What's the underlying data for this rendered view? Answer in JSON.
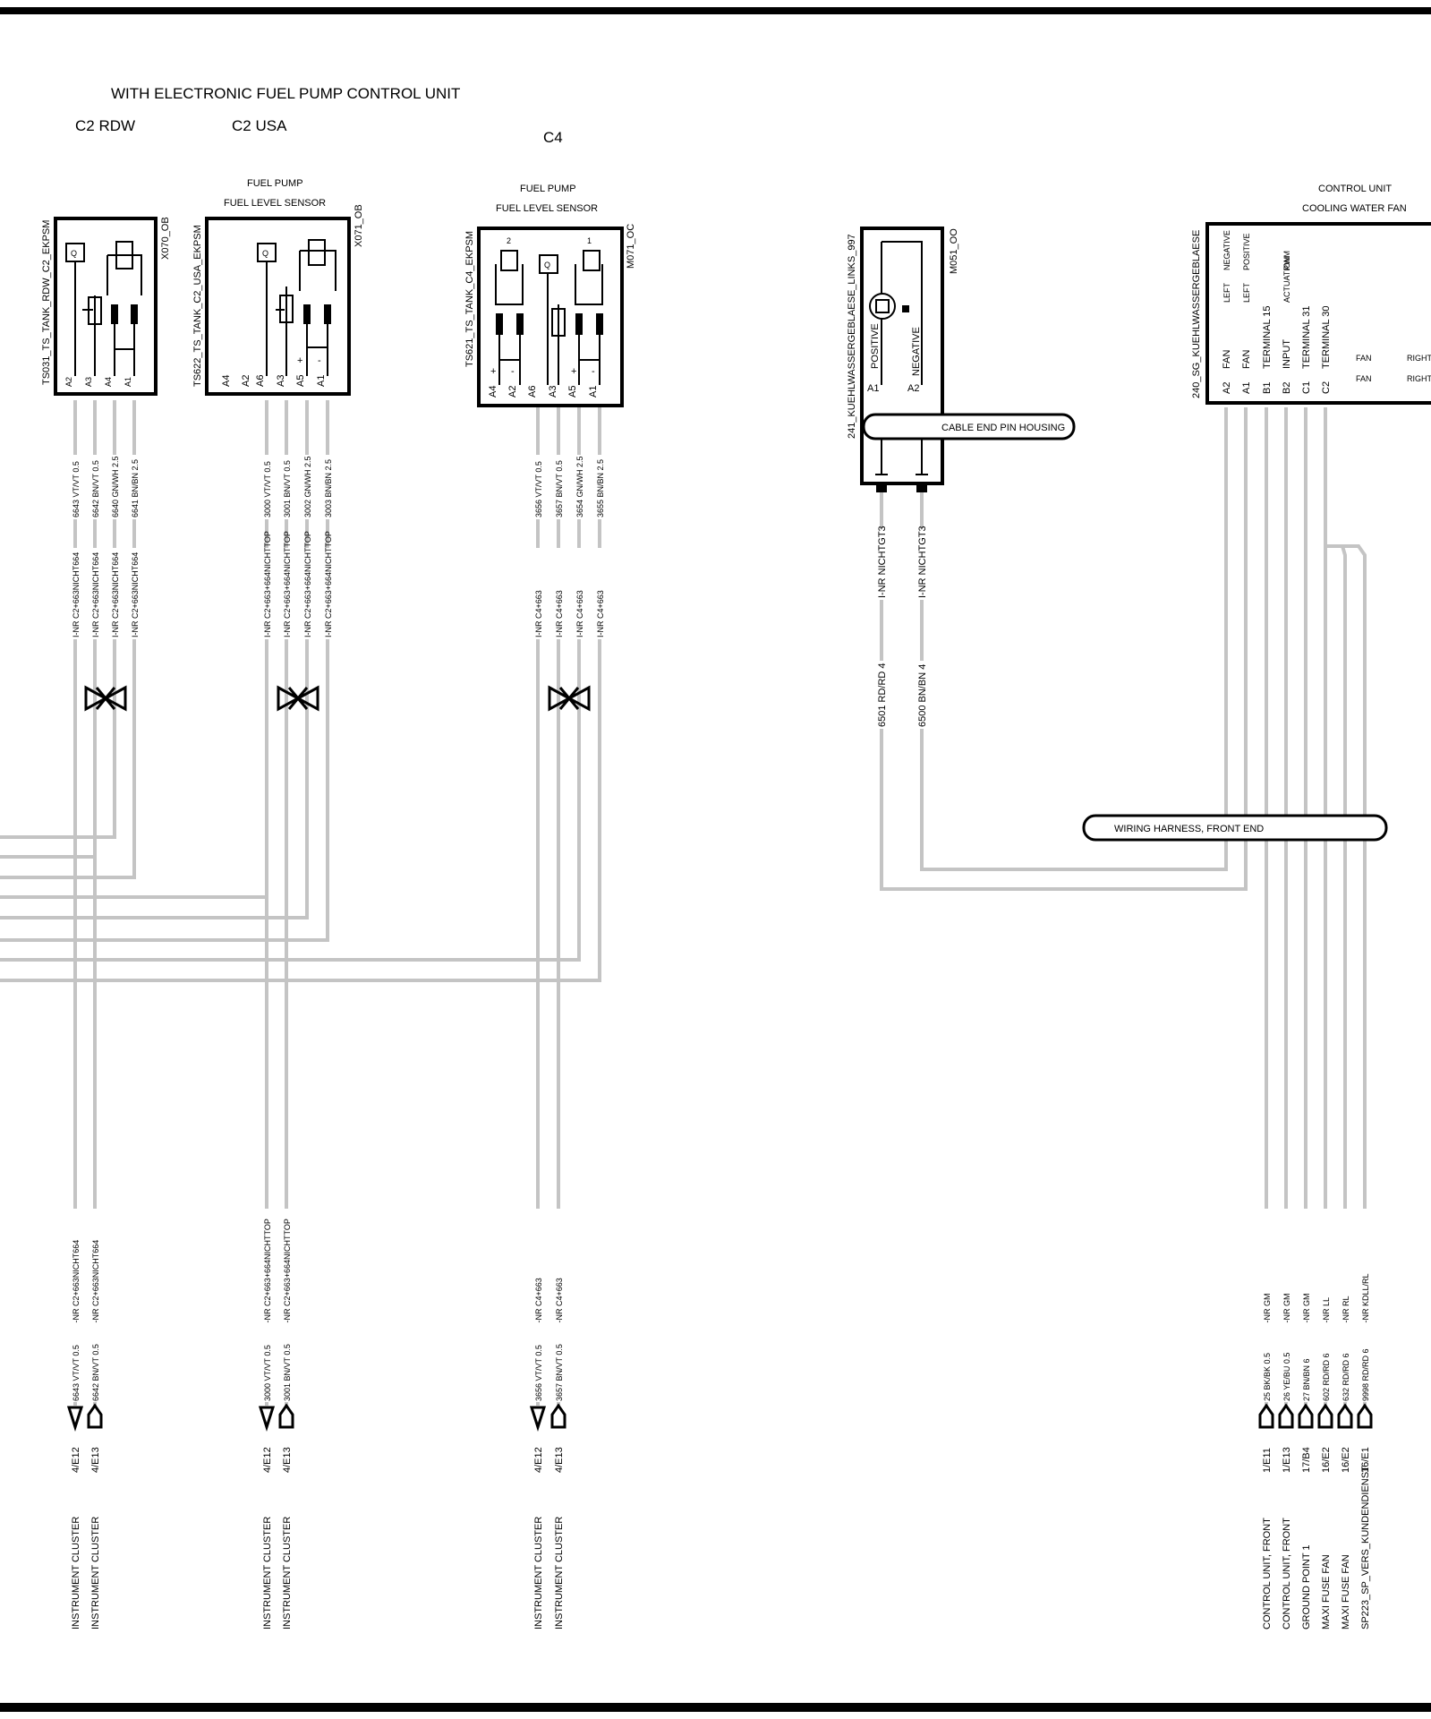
{
  "title": "WITH ELECTRONIC FUEL PUMP CONTROL UNIT",
  "variants": {
    "c2rdw": "C2 RDW",
    "c2usa": "C2 USA",
    "c4": "C4"
  },
  "comp_x070": {
    "id": "TS031_TS_TANK_RDW_C2_EKPSM",
    "code": "X070_OB",
    "pins": [
      "A2",
      "A3",
      "A4",
      "A1"
    ],
    "wires": [
      "6643 VT/VT 0.5",
      "6642 BN/VT 0.5",
      "6640 GN/WH 2.5",
      "6641 BN/BN 2.5"
    ],
    "inr": [
      "I-NR C2+663NICHT664",
      "I-NR C2+663NICHT664",
      "I-NR C2+663NICHT664",
      "I-NR C2+663NICHT664"
    ]
  },
  "comp_x071": {
    "title1": "FUEL PUMP",
    "title2": "FUEL LEVEL SENSOR",
    "id": "TS622_TS_TANK_C2_USA_EKPSM",
    "code": "X071_OB",
    "pins_unused": [
      "A4",
      "A2",
      "A6"
    ],
    "pins": [
      "A3",
      "A5",
      "A1"
    ],
    "signs": [
      "+",
      "-"
    ],
    "wires": [
      "3000 VT/VT 0.5",
      "3001 BN/VT 0.5",
      "3002 GN/WH 2.5",
      "3003 BN/BN 2.5"
    ],
    "inr": [
      "I-NR C2+663+664NICHTTOP",
      "I-NR C2+663+664NICHTTOP",
      "I-NR C2+663+664NICHTTOP",
      "I-NR C2+663+664NICHTTOP"
    ]
  },
  "comp_m071": {
    "title1": "FUEL PUMP",
    "title2": "FUEL LEVEL SENSOR",
    "id": "TS621_TS_TANK_C4_EKPSM",
    "code": "M071_OC",
    "n1": "2",
    "n2": "1",
    "pins": [
      "A4",
      "A2",
      "A6",
      "A3",
      "A5",
      "A1"
    ],
    "signs": [
      "+",
      "-",
      "+",
      "-"
    ],
    "wires": [
      "3656 VT/VT 0.5",
      "3657 BN/VT 0.5",
      "3654 GN/WH 2.5",
      "3655 BN/BN 2.5"
    ],
    "inr": [
      "I-NR C4+663",
      "I-NR C4+663",
      "I-NR C4+663",
      "I-NR C4+663"
    ]
  },
  "comp_m051": {
    "id": "241_KUEHLWASSERGEBLAESE_LINKS_997",
    "code": "M051_OO",
    "positive": "POSITIVE",
    "negative": "NEGATIVE",
    "pins": [
      "A1",
      "A2"
    ],
    "housing": "CABLE END PIN HOUSING",
    "inr": [
      "I-NR NICHTGT3",
      "I-NR NICHTGT3"
    ],
    "wires": [
      "6501 RD/RD 4",
      "6500 BN/BN 4"
    ]
  },
  "comp_cu": {
    "title1": "CONTROL UNIT",
    "title2": "COOLING WATER FAN",
    "id": "240_SG_KUEHLWASSERGEBLAESE",
    "pin_funcs": [
      [
        "A2",
        "FAN",
        "LEFT",
        "NEGATIVE"
      ],
      [
        "A1",
        "FAN",
        "LEFT",
        "POSITIVE"
      ],
      [
        "B1",
        "TERMINAL 15",
        "",
        ""
      ],
      [
        "B2",
        "INPUT",
        "ACTUATION",
        "PWM"
      ],
      [
        "C1",
        "TERMINAL 31",
        "",
        ""
      ],
      [
        "C2",
        "TERMINAL 30",
        "",
        ""
      ]
    ],
    "right_fan": [
      "FAN",
      "RIGHT",
      "FAN",
      "RIGHT"
    ]
  },
  "harness": "WIRING HARNESS, FRONT END",
  "bottom_groups": [
    {
      "inr": [
        "I-NR C2+663NICHT664",
        "I-NR C2+663NICHT664"
      ],
      "wires": [
        "6643 VT/VT 0.5",
        "6642 BN/VT 0.5"
      ],
      "refs": [
        "4/E12",
        "4/E13"
      ],
      "dest": [
        "INSTRUMENT CLUSTER",
        "INSTRUMENT CLUSTER"
      ]
    },
    {
      "inr": [
        "I-NR C2+663+664NICHTTOP",
        "I-NR C2+663+664NICHTTOP"
      ],
      "wires": [
        "3000 VT/VT 0.5",
        "3001 BN/VT 0.5"
      ],
      "refs": [
        "4/E12",
        "4/E13"
      ],
      "dest": [
        "INSTRUMENT CLUSTER",
        "INSTRUMENT CLUSTER"
      ]
    },
    {
      "inr": [
        "I-NR C4+663",
        "I-NR C4+663"
      ],
      "wires": [
        "3656 VT/VT 0.5",
        "3657 BN/VT 0.5"
      ],
      "refs": [
        "4/E12",
        "4/E13"
      ],
      "dest": [
        "INSTRUMENT CLUSTER",
        "INSTRUMENT CLUSTER"
      ]
    },
    {
      "inr": [
        "I-NR GM",
        "I-NR GM",
        "I-NR GM",
        "I-NR LL",
        "I-NR RL",
        "I-NR KDLL/RL"
      ],
      "wires": [
        "25 BK/BK 0.5",
        "26 YE/BU 0.5",
        "27 BN/BN 6",
        "602 RD/RD 6",
        "632 RD/RD 6",
        "9998 RD/RD 6"
      ],
      "refs": [
        "1/E11",
        "1/E13",
        "17/B4",
        "16/E2",
        "16/E2",
        "16/E1"
      ],
      "dest": [
        "CONTROL UNIT, FRONT",
        "CONTROL UNIT, FRONT",
        "GROUND POINT 1",
        "MAXI FUSE    FAN",
        "MAXI FUSE    FAN",
        "SP223_SP_VERS_KUNDENDIENST"
      ]
    }
  ]
}
